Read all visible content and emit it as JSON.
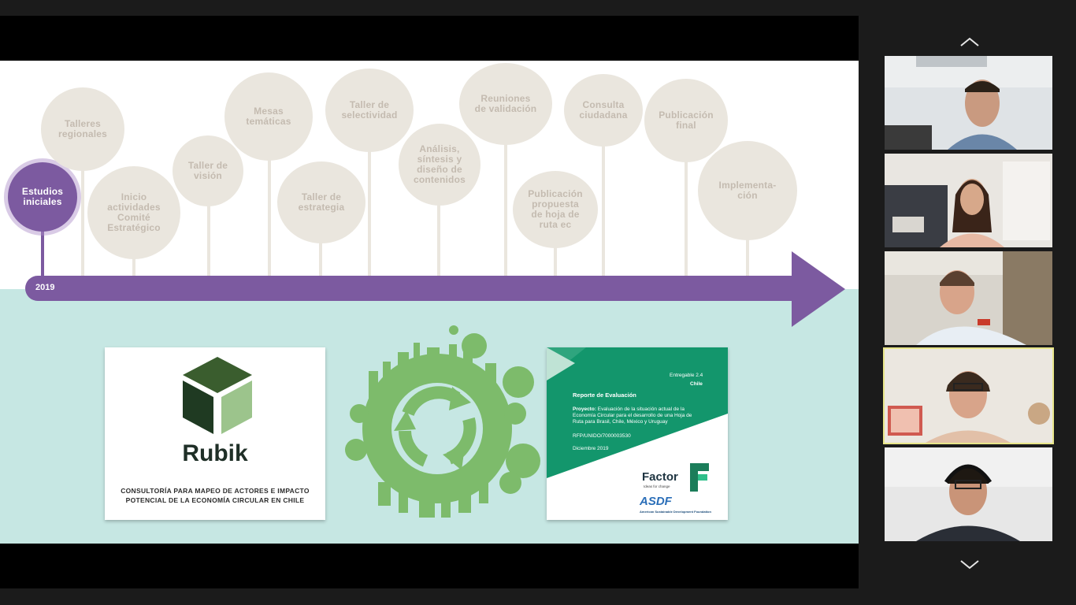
{
  "timeline": {
    "year": "2019",
    "milestones": [
      {
        "label": "Estudios\niniciales",
        "current": true
      },
      {
        "label": "Talleres\nregionales"
      },
      {
        "label": "Inicio\nactividades\nComité\nEstratégico"
      },
      {
        "label": "Taller de\nvisión"
      },
      {
        "label": "Mesas\ntemáticas"
      },
      {
        "label": "Taller de\nestrategia"
      },
      {
        "label": "Taller de\nselectividad"
      },
      {
        "label": "Análisis,\nsíntesis y\ndiseño de\ncontenidos"
      },
      {
        "label": "Reuniones\nde validación"
      },
      {
        "label": "Publicación\npropuesta\nde hoja de\nruta ec"
      },
      {
        "label": "Consulta\nciudadana"
      },
      {
        "label": "Publicación\nfinal"
      },
      {
        "label": "Implementa-\nción"
      }
    ]
  },
  "rubik_card": {
    "logo_name": "Rubik",
    "caption": "CONSULTORÍA PARA MAPEO DE ACTORES E IMPACTO POTENCIAL DE LA ECONOMÍA CIRCULAR EN CHILE"
  },
  "report_card": {
    "deliverable": "Entregable 2.4",
    "country": "Chile",
    "title": "Reporte de Evaluación",
    "project_label": "Proyecto:",
    "project_text": "Evaluación de la situación actual de la Economía Circular para el desarrollo de una Hoja de Ruta para Brasil, Chile, México y Uruguay",
    "reference": "RFP/UNIDO/7000003530",
    "date": "Diciembre 2019",
    "factor_logo": "Factor",
    "factor_tagline": "Ideas for change",
    "asdf_logo": "ASDF",
    "asdf_tagline": "American Sustainable Development Foundation"
  },
  "colors": {
    "timeline_purple": "#7c5aa0",
    "bubble_beige": "#eae6de",
    "teal_background": "#c6e7e3",
    "green_accent": "#13966c",
    "active_speaker_border": "#e8e68a"
  },
  "video_sidebar": {
    "scroll_up_icon": "chevron-up-icon",
    "scroll_down_icon": "chevron-down-icon",
    "participants": [
      {
        "active": false
      },
      {
        "active": false
      },
      {
        "active": false
      },
      {
        "active": true
      },
      {
        "active": false
      }
    ]
  }
}
